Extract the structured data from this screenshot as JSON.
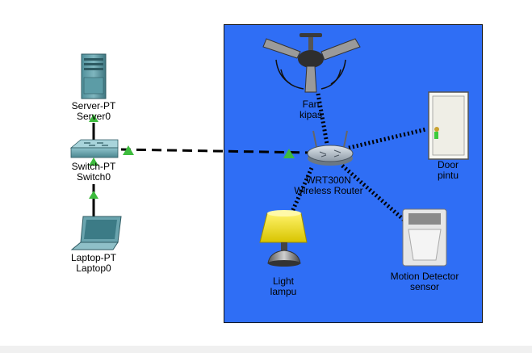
{
  "colors": {
    "zone": "#2f6ef5",
    "zone_border": "#111111",
    "link": "#000000",
    "wireless_link": "#000000",
    "status_up": "#3dbb3d"
  },
  "devices": {
    "server": {
      "type": "Server-PT",
      "name": "Server0",
      "icon": "server-tower-icon"
    },
    "switch": {
      "type": "Switch-PT",
      "name": "Switch0",
      "icon": "switch-icon"
    },
    "laptop": {
      "type": "Laptop-PT",
      "name": "Laptop0",
      "icon": "laptop-icon"
    },
    "router": {
      "type": "WRT300N",
      "name": "Wireless Router",
      "icon": "wireless-router-icon"
    },
    "fan": {
      "type": "Fan",
      "name": "kipas",
      "icon": "ceiling-fan-icon"
    },
    "door": {
      "type": "Door",
      "name": "pintu",
      "icon": "door-icon"
    },
    "light": {
      "type": "Light",
      "name": "lampu",
      "icon": "lamp-icon"
    },
    "motion": {
      "type": "Motion Detector",
      "name": "sensor",
      "icon": "motion-detector-icon"
    }
  }
}
